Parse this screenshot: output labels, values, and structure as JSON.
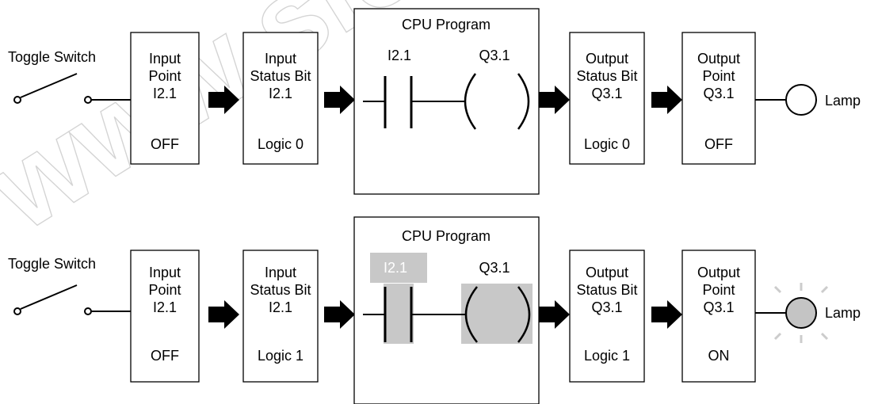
{
  "watermark": "www.siemens",
  "colors": {
    "line": "#000000",
    "highlight": "#c8c8c8",
    "lamp_on": "#c4c4c4",
    "rays": "#cccccc",
    "watermark": "#d4d4d4"
  },
  "rows": [
    {
      "state": "switch-open",
      "switch_label": "Toggle Switch",
      "input_point": {
        "line1": "Input",
        "line2": "Point",
        "address": "I2.1",
        "state": "OFF"
      },
      "input_status": {
        "line1": "Input",
        "line2": "Status Bit",
        "address": "I2.1",
        "state": "Logic 0"
      },
      "cpu": {
        "title": "CPU Program",
        "contact_label": "I2.1",
        "coil_label": "Q3.1",
        "contact_energized": false,
        "coil_energized": false
      },
      "output_status": {
        "line1": "Output",
        "line2": "Status Bit",
        "address": "Q3.1",
        "state": "Logic 0"
      },
      "output_point": {
        "line1": "Output",
        "line2": "Point",
        "address": "Q3.1",
        "state": "OFF"
      },
      "lamp_label": "Lamp",
      "lamp_on": false
    },
    {
      "state": "switch-closed",
      "switch_label": "Toggle Switch",
      "input_point": {
        "line1": "Input",
        "line2": "Point",
        "address": "I2.1",
        "state": "OFF"
      },
      "input_status": {
        "line1": "Input",
        "line2": "Status Bit",
        "address": "I2.1",
        "state": "Logic 1"
      },
      "cpu": {
        "title": "CPU Program",
        "contact_label": "I2.1",
        "coil_label": "Q3.1",
        "contact_energized": true,
        "coil_energized": true
      },
      "output_status": {
        "line1": "Output",
        "line2": "Status Bit",
        "address": "Q3.1",
        "state": "Logic 1"
      },
      "output_point": {
        "line1": "Output",
        "line2": "Point",
        "address": "Q3.1",
        "state": "ON"
      },
      "lamp_label": "Lamp",
      "lamp_on": true
    }
  ]
}
